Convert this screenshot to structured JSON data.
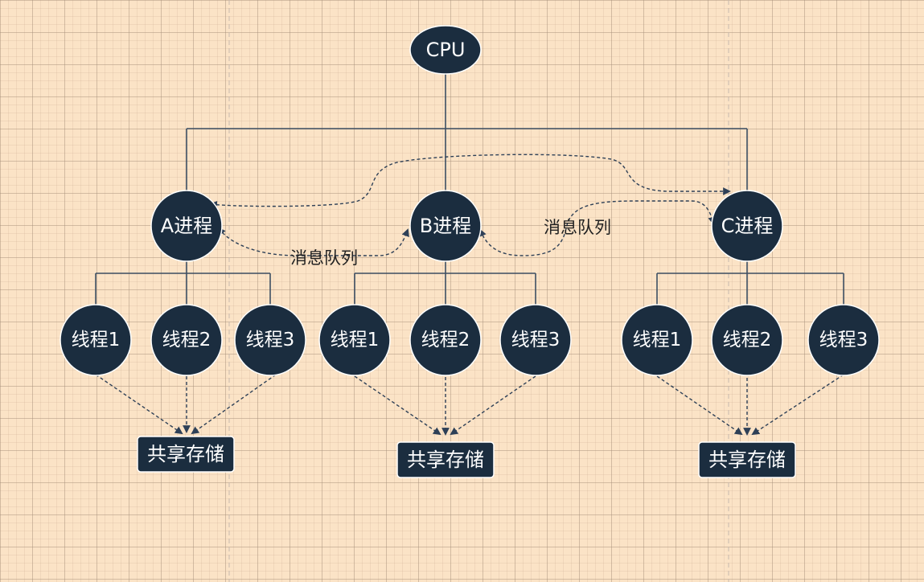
{
  "cpu": {
    "label": "CPU"
  },
  "processes": [
    {
      "label": "A进程",
      "threads": [
        "线程1",
        "线程2",
        "线程3"
      ],
      "storage": "共享存储"
    },
    {
      "label": "B进程",
      "threads": [
        "线程1",
        "线程2",
        "线程3"
      ],
      "storage": "共享存储"
    },
    {
      "label": "C进程",
      "threads": [
        "线程1",
        "线程2",
        "线程3"
      ],
      "storage": "共享存储"
    }
  ],
  "message_queues": [
    "消息队列",
    "消息队列"
  ],
  "colors": {
    "node_fill": "#1b2d3f",
    "background": "#fbe3c6",
    "connector": "#3d4f63"
  }
}
